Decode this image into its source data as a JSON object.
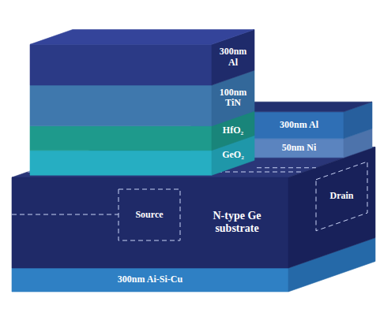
{
  "diagram": {
    "nodes": [
      {
        "text": [
          "300nm Al"
        ]
      },
      {
        "text": [
          "100nm TiN"
        ]
      },
      {
        "text": [
          "HfO₂"
        ]
      },
      {
        "text": [
          "GeO₂"
        ]
      },
      {
        "text": [
          "300nm Al"
        ]
      },
      {
        "text": [
          "50nm Ni"
        ]
      },
      {
        "text": [
          "N-type Ge substrate"
        ]
      },
      {
        "text": [
          "Source"
        ],
        "in": 6
      },
      {
        "text": [
          "Drain"
        ],
        "in": 6
      },
      {
        "text": [
          "300nm Ai-Si-Cu"
        ]
      }
    ]
  }
}
